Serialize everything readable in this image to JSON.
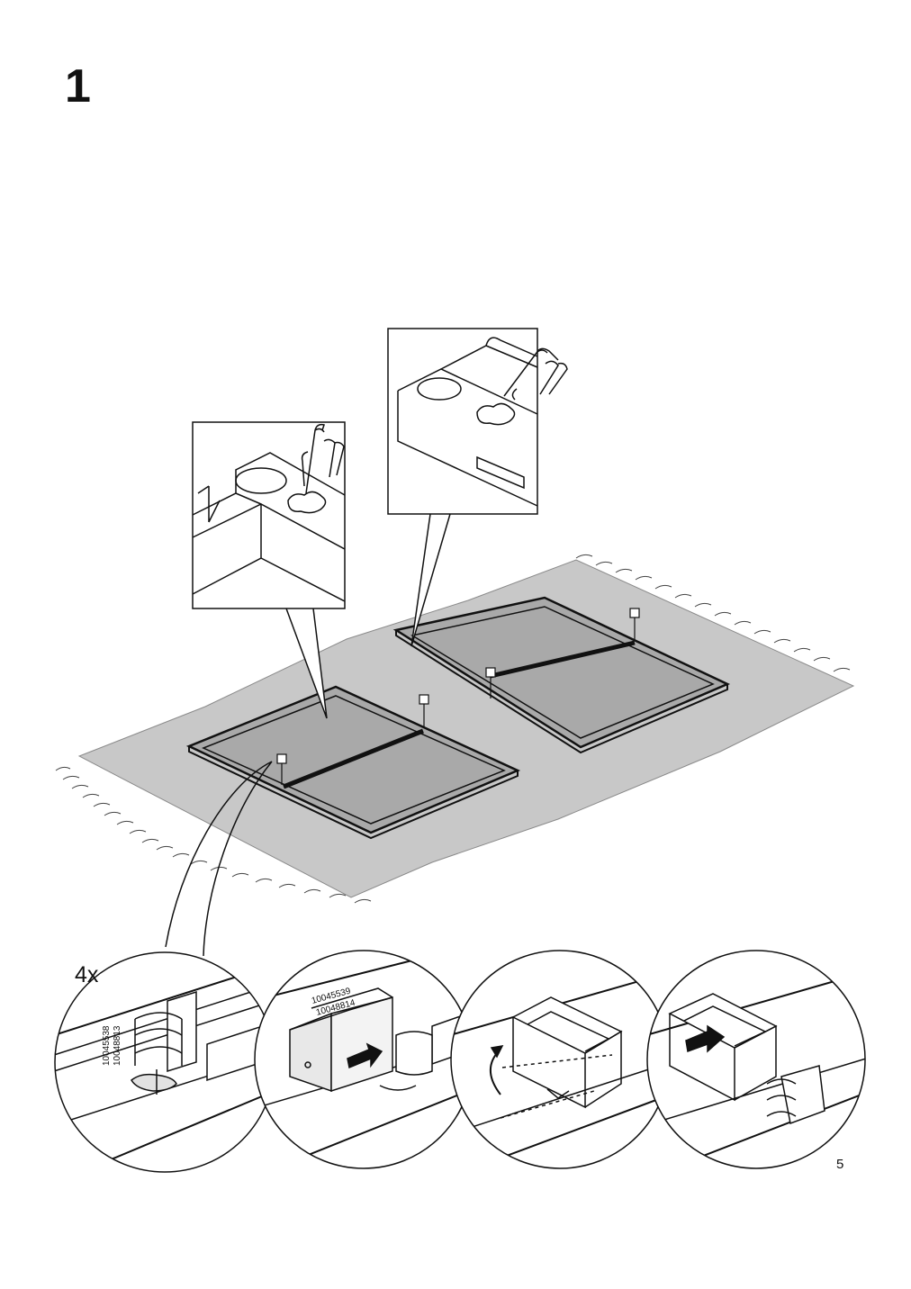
{
  "step": {
    "number": "1"
  },
  "page": {
    "number": "5"
  },
  "detail": {
    "quantity": "4x",
    "part_codes_vertical": [
      "10045538",
      "10048813"
    ],
    "part_codes_block": [
      "10045539",
      "10048814"
    ]
  },
  "colors": {
    "line": "#111111",
    "rug": "#c8c8c8",
    "frame_face": "#e2e2e2"
  }
}
